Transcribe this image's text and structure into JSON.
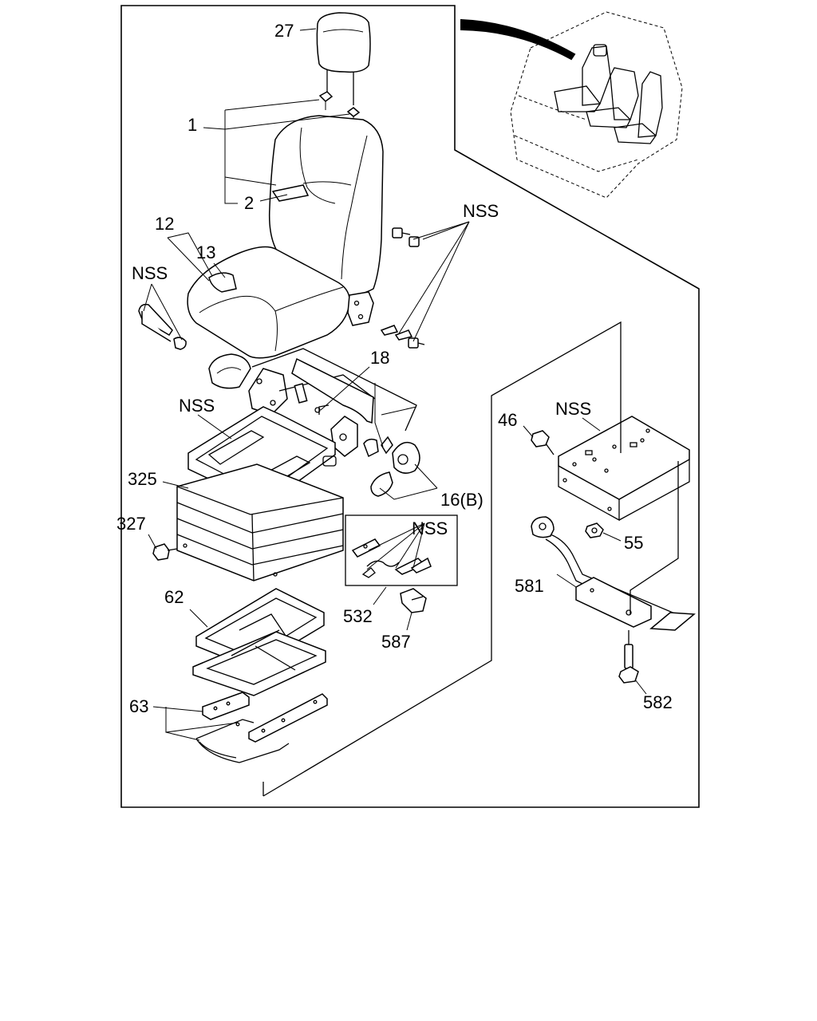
{
  "labels": {
    "l27": "27",
    "l1": "1",
    "l2": "2",
    "l12": "12",
    "l13": "13",
    "nss_left": "NSS",
    "nss_right": "NSS",
    "l18": "18",
    "nss_frame": "NSS",
    "l325": "325",
    "l327": "327",
    "l16b": "16(B)",
    "nss_box": "NSS",
    "l532": "532",
    "l587": "587",
    "l62": "62",
    "l63": "63",
    "l46": "46",
    "nss_bracket": "NSS",
    "l55": "55",
    "l581": "581",
    "l582": "582"
  }
}
